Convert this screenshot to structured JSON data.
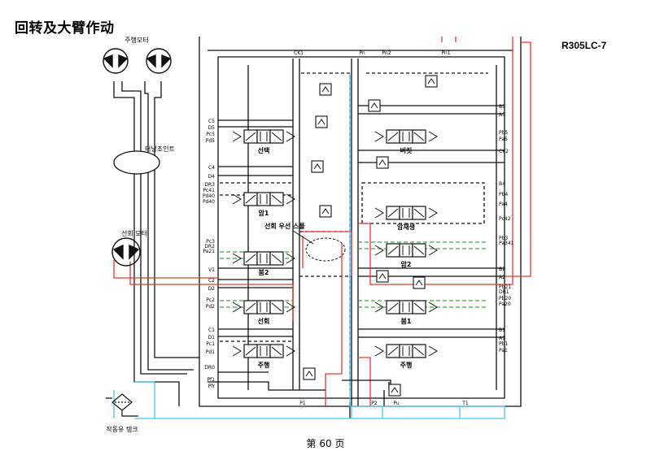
{
  "header": {
    "title": "回转及大臂作动",
    "model": "R305LC-7"
  },
  "footer": {
    "page": "第 60 页"
  },
  "components": {
    "travel_motor": "주행모터",
    "turning_joint": "터닝조인트",
    "swing_motor": "선회 모터",
    "hydraulic_tank": "작동유 탱크",
    "swing_priority_spool": "선회 우선 스풀"
  },
  "spools": {
    "left": [
      "선택",
      "암1",
      "붐2",
      "선회",
      "주행"
    ],
    "right": [
      "버킷",
      "암재생",
      "암2",
      "붐1",
      "주행"
    ]
  },
  "ports": {
    "left": [
      "C5",
      "D5",
      "Pc5",
      "Pd5",
      "C4",
      "D4",
      "DR3",
      "Pc41",
      "Pd40",
      "Pd40",
      "Pc3",
      "DR2",
      "Pa21",
      "V1",
      "C2",
      "D2",
      "Pc2",
      "Pd2",
      "C1",
      "D1",
      "Pc1",
      "Pd1",
      "DR0",
      "Pf1",
      "Pfr"
    ],
    "right": [
      "B5",
      "A5",
      "Pb5",
      "Pa5",
      "CK2",
      "B4",
      "Pb4",
      "Pa4",
      "Pc42",
      "Pb3",
      "Pa341",
      "B2",
      "A2",
      "Pb21",
      "DR1",
      "Pb20",
      "Pa20",
      "B1",
      "A1",
      "Pb1",
      "Pa1"
    ],
    "top": [
      "CK1",
      "Pn",
      "Pn2",
      "Pn1"
    ],
    "bottom": [
      "P1",
      "P2",
      "Pu",
      "T1"
    ]
  },
  "colors": {
    "red_line": "#e53935",
    "cyan_line": "#4fc3f7",
    "green_dashed": "#43a047",
    "black_line": "#111111"
  }
}
